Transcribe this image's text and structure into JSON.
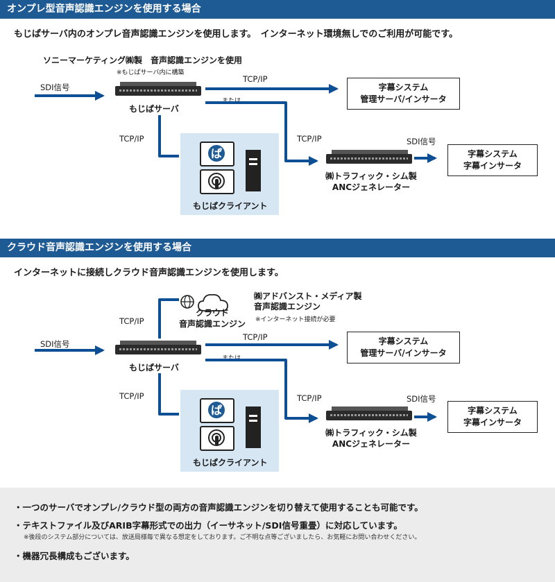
{
  "section1": {
    "title": "オンプレ型音声認識エンジンを使用する場合",
    "intro": "もじぱサーバ内のオンプレ音声認識エンジンを使用します。　インターネット環境無しでのご利用が可能です。",
    "engine_label": "ソニーマーケティング㈱製　音声認識エンジンを使用",
    "engine_note": "※もじぱサーバ内に構築",
    "server_label": "もじぱサーバ",
    "tcp_top": "TCP/IP",
    "tcp_left": "TCP/IP",
    "tcp_mid": "TCP/IP",
    "sdi_in": "SDI信号",
    "sdi_out": "SDI信号",
    "or_label": "または",
    "box_top": [
      "字幕システム",
      "管理サーバ/インサータ"
    ],
    "box_right": [
      "字幕システム",
      "字幕インサータ"
    ],
    "client_label": "もじぱクライアント",
    "anc_label": [
      "㈱トラフィック・シム製",
      "ANCジェネレーター"
    ]
  },
  "section2": {
    "title": "クラウド音声認識エンジンを使用する場合",
    "intro": "インターネットに接続しクラウド音声認識エンジンを使用します。",
    "cloud_label": [
      "クラウド",
      "音声認識エンジン"
    ],
    "vendor": [
      "㈱アドバンスト・メディア製",
      "音声認識エンジン"
    ],
    "vendor_note": "※インターネット接続が必要",
    "server_label": "もじぱサーバ",
    "tcp_cloud": "TCP/IP",
    "tcp_top": "TCP/IP",
    "tcp_left": "TCP/IP",
    "tcp_mid": "TCP/IP",
    "sdi_in": "SDI信号",
    "sdi_out": "SDI信号",
    "or_label": "または",
    "box_top": [
      "字幕システム",
      "管理サーバ/インサータ"
    ],
    "box_right": [
      "字幕システム",
      "字幕インサータ"
    ],
    "client_label": "もじぱクライアント",
    "anc_label": [
      "㈱トラフィック・シム製",
      "ANCジェネレーター"
    ]
  },
  "notes": {
    "n1": "・一つのサーバでオンプレ/クラウド型の両方の音声認識エンジンを切り替えて使用することも可能です。",
    "n2": "・テキストファイル及びARIB字幕形式での出力（イーサネット/SDI信号重畳）に対応しています。",
    "n2_sub": "※後段のシステム部分については、放送局様毎で異なる想定をしております。ご不明な点等ございましたら、お気軽にお問い合わせください。",
    "n3": "・機器冗長構成もございます。"
  },
  "colors": {
    "header": "#1e5a93",
    "line": "#0d4f95",
    "panel": "#d7e6f3"
  },
  "icons": {
    "tablet_top": "pa-logo-icon",
    "tablet_bottom": "touch-hand-icon",
    "tower": "pc-tower-icon",
    "globe": "globe-icon",
    "cloud": "cloud-icon"
  }
}
